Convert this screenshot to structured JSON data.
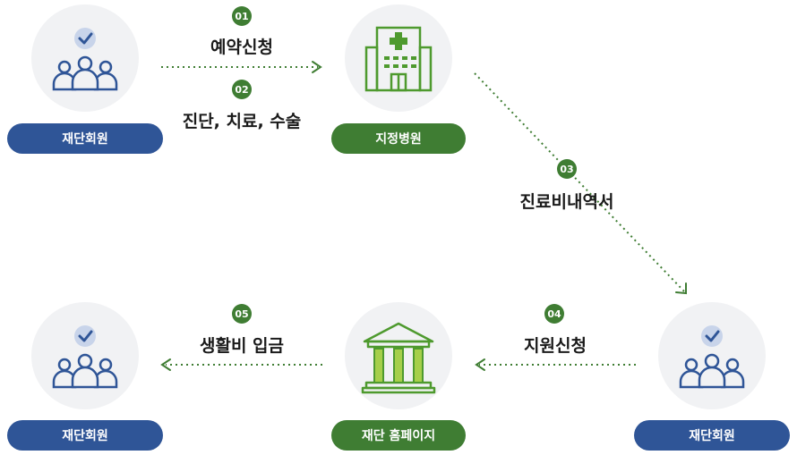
{
  "nodes": {
    "member_top": "재단회원",
    "hospital": "지정병원",
    "member_right": "재단회원",
    "homepage": "재단 홈페이지",
    "member_bottom": "재단회원"
  },
  "steps": [
    {
      "num": "01",
      "label": "예약신청"
    },
    {
      "num": "02",
      "label": "진단, 치료, 수술"
    },
    {
      "num": "03",
      "label": "진료비내역서"
    },
    {
      "num": "04",
      "label": "지원신청"
    },
    {
      "num": "05",
      "label": "생활비 입금"
    }
  ],
  "colors": {
    "blue": "#2f5597",
    "green": "#3f7d33",
    "circle_bg": "#f1f2f4"
  },
  "icons": {
    "members": "members-check-icon",
    "hospital": "hospital-icon",
    "homepage": "bank-building-icon"
  }
}
